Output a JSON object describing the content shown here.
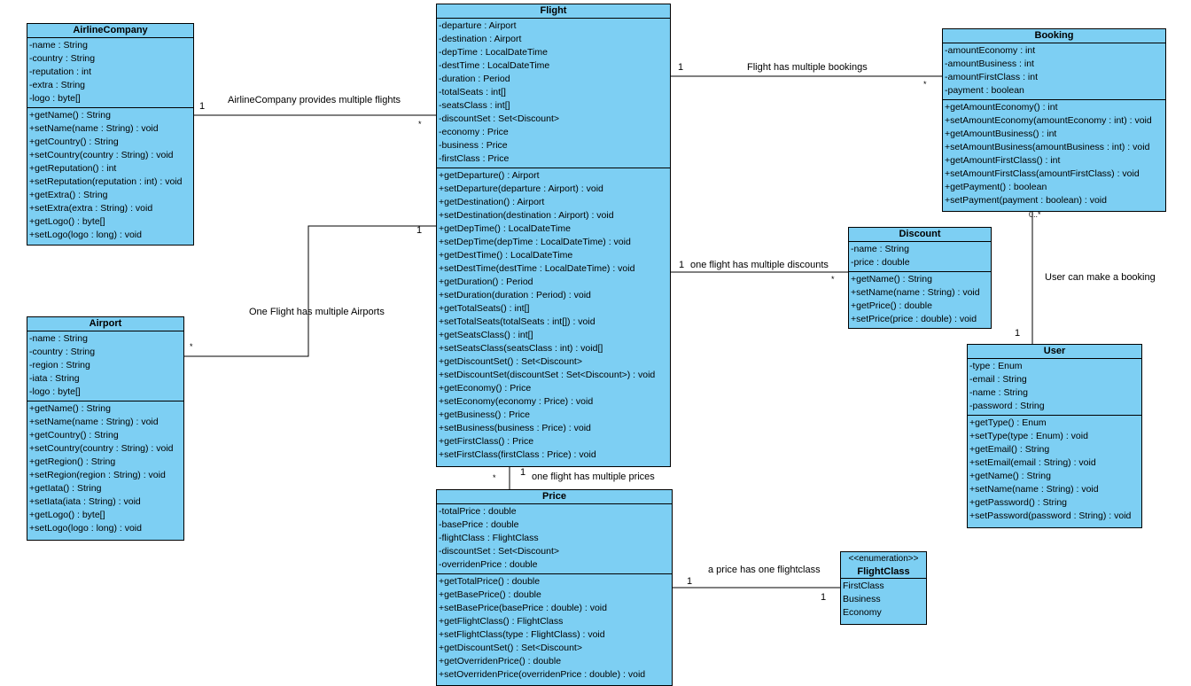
{
  "classes": {
    "airline_company": {
      "name": "AirlineCompany",
      "attributes": [
        "-name : String",
        "-country : String",
        "-reputation : int",
        "-extra : String",
        "-logo : byte[]"
      ],
      "operations": [
        "+getName() : String",
        "+setName(name : String) : void",
        "+getCountry() : String",
        "+setCountry(country : String) : void",
        "+getReputation() : int",
        "+setReputation(reputation : int) : void",
        "+getExtra() : String",
        "+setExtra(extra : String) : void",
        "+getLogo() : byte[]",
        "+setLogo(logo : long) : void"
      ]
    },
    "airport": {
      "name": "Airport",
      "attributes": [
        "-name : String",
        "-country : String",
        "-region : String",
        "-iata : String",
        "-logo : byte[]"
      ],
      "operations": [
        "+getName() : String",
        "+setName(name : String) : void",
        "+getCountry() : String",
        "+setCountry(country : String) : void",
        "+getRegion() : String",
        "+setRegion(region : String) : void",
        "+getIata() : String",
        "+setIata(iata : String) : void",
        "+getLogo() : byte[]",
        "+setLogo(logo : long) : void"
      ]
    },
    "flight": {
      "name": "Flight",
      "attributes": [
        "-departure : Airport",
        "-destination : Airport",
        "-depTime : LocalDateTime",
        "-destTime : LocalDateTime",
        "-duration : Period",
        "-totalSeats : int[]",
        "-seatsClass : int[]",
        "-discountSet : Set<Discount>",
        "-economy : Price",
        "-business : Price",
        "-firstClass : Price"
      ],
      "operations": [
        "+getDeparture() : Airport",
        "+setDeparture(departure : Airport) : void",
        "+getDestination() : Airport",
        "+setDestination(destination : Airport) : void",
        "+getDepTime() : LocalDateTime",
        "+setDepTime(depTime : LocalDateTime) : void",
        "+getDestTime() : LocalDateTime",
        "+setDestTime(destTime : LocalDateTime) : void",
        "+getDuration() : Period",
        "+setDuration(duration : Period) : void",
        "+getTotalSeats() : int[]",
        "+setTotalSeats(totalSeats : int[]) : void",
        "+getSeatsClass() : int[]",
        "+setSeatsClass(seatsClass : int) : void[]",
        "+getDiscountSet() : Set<Discount>",
        "+setDiscountSet(discountSet : Set<Discount>) : void",
        "+getEconomy() : Price",
        "+setEconomy(economy : Price) : void",
        "+getBusiness() : Price",
        "+setBusiness(business : Price) : void",
        "+getFirstClass() : Price",
        "+setFirstClass(firstClass : Price) : void"
      ]
    },
    "booking": {
      "name": "Booking",
      "attributes": [
        "-amountEconomy : int",
        "-amountBusiness : int",
        "-amountFirstClass : int",
        "-payment : boolean"
      ],
      "operations": [
        "+getAmountEconomy() : int",
        "+setAmountEconomy(amountEconomy : int) : void",
        "+getAmountBusiness() : int",
        "+setAmountBusiness(amountBusiness : int) : void",
        "+getAmountFirstClass() : int",
        "+setAmountFirstClass(amountFirstClass) : void",
        "+getPayment() : boolean",
        "+setPayment(payment : boolean) : void"
      ]
    },
    "discount": {
      "name": "Discount",
      "attributes": [
        "-name : String",
        "-price : double"
      ],
      "operations": [
        "+getName() : String",
        "+setName(name : String) : void",
        "+getPrice() : double",
        "+setPrice(price : double) : void"
      ]
    },
    "user": {
      "name": "User",
      "attributes": [
        "-type : Enum",
        "-email : String",
        "-name : String",
        "-password : String"
      ],
      "operations": [
        "+getType() : Enum",
        "+setType(type : Enum) : void",
        "+getEmail() : String",
        "+setEmail(email : String) : void",
        "+getName() : String",
        "+setName(name : String) : void",
        "+getPassword() : String",
        "+setPassword(password : String) : void"
      ]
    },
    "price": {
      "name": "Price",
      "attributes": [
        "-totalPrice : double",
        "-basePrice : double",
        "-flightClass : FlightClass",
        "-discountSet : Set<Discount>",
        "-overridenPrice : double"
      ],
      "operations": [
        "+getTotalPrice() : double",
        "+getBasePrice() : double",
        "+setBasePrice(basePrice : double) : void",
        "+getFlightClass() : FlightClass",
        "+setFlightClass(type : FlightClass) : void",
        "+getDiscountSet() : Set<Discount>",
        "+getOverridenPrice() : double",
        "+setOverridenPrice(overridenPrice : double) : void"
      ]
    },
    "flight_class": {
      "stereotype": "<<enumeration>>",
      "name": "FlightClass",
      "literals": [
        "FirstClass",
        "Business",
        "Economy"
      ]
    }
  },
  "associations": {
    "airline_flight": {
      "label": "AirlineCompany provides multiple flights",
      "source_mult": "1",
      "target_mult": "*"
    },
    "flight_airport": {
      "label": "One Flight has multiple Airports",
      "source_mult": "1",
      "target_mult": "*"
    },
    "flight_booking": {
      "label": "Flight has multiple bookings",
      "source_mult": "1",
      "target_mult": "*"
    },
    "flight_discount": {
      "label": "one flight has multiple discounts",
      "source_mult": "1",
      "target_mult": "*"
    },
    "flight_price": {
      "label": "one flight has multiple prices",
      "source_mult": "1",
      "target_mult": "*"
    },
    "user_booking": {
      "label": "User can make a booking",
      "source_mult": "1",
      "target_mult": "0..*"
    },
    "price_flightclass": {
      "label": "a price has one flightclass",
      "source_mult": "1",
      "target_mult": "1"
    }
  },
  "colors": {
    "class_fill": "#7dcff3",
    "line": "#000000",
    "background": "#ffffff"
  }
}
